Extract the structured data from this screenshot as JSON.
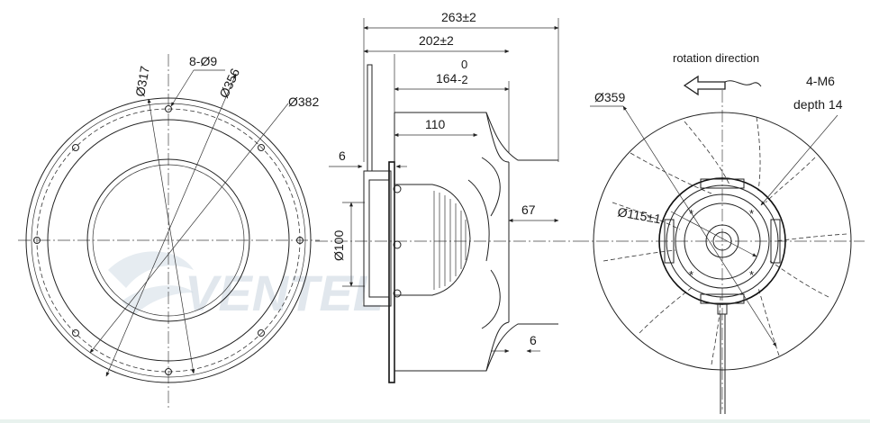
{
  "front_view": {
    "hole_pattern": "8-Ø9",
    "dia_317": "Ø317",
    "dia_356": "Ø356",
    "dia_382": "Ø382"
  },
  "side_view": {
    "overall_length": "263±2",
    "length_202": "202±2",
    "length_164": "164",
    "tol_upper": "0",
    "tol_lower": "-2",
    "length_110": "110",
    "flange_thickness": "6",
    "dia_100": "Ø100",
    "offset_67": "67",
    "bottom_6": "6"
  },
  "rear_view": {
    "rotation_label": "rotation direction",
    "thread_label": "4-M6",
    "depth_label": "depth 14",
    "dia_359": "Ø359",
    "dia_115": "Ø115±1"
  },
  "watermark": "VENTEL"
}
